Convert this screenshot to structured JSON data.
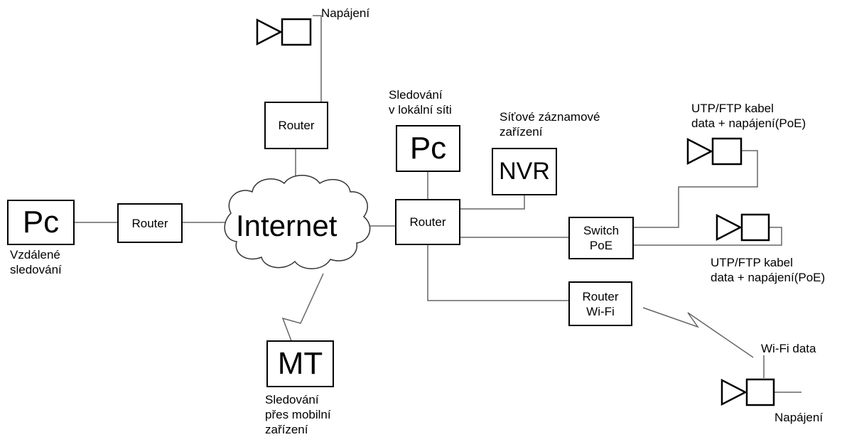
{
  "devices": {
    "remote_pc": "Pc",
    "remote_router": "Router",
    "internet": "Internet",
    "top_router": "Router",
    "mobile_terminal": "MT",
    "local_pc": "Pc",
    "nvr": "NVR",
    "main_router": "Router",
    "switch_poe_line1": "Switch",
    "switch_poe_line2": "PoE",
    "wifi_router_line1": "Router",
    "wifi_router_line2": "Wi-Fi"
  },
  "labels": {
    "power_top": "Napájení",
    "remote_monitoring": [
      "Vzdálené",
      "sledování"
    ],
    "mobile_monitoring": [
      "Sledování",
      "přes mobilní",
      "zařízení"
    ],
    "local_monitoring": [
      "Sledování",
      "v lokální síti"
    ],
    "network_recorder": [
      "Síťové záznamové",
      "zařízení"
    ],
    "poe_cable_1": [
      "UTP/FTP kabel",
      "data + napájení(PoE)"
    ],
    "poe_cable_2": [
      "UTP/FTP kabel",
      "data + napájení(PoE)"
    ],
    "wifi_data": "Wi-Fi data",
    "power_bottom": "Napájení"
  },
  "icons": [
    "camera-icon",
    "cloud-icon",
    "wireless-link-icon"
  ]
}
